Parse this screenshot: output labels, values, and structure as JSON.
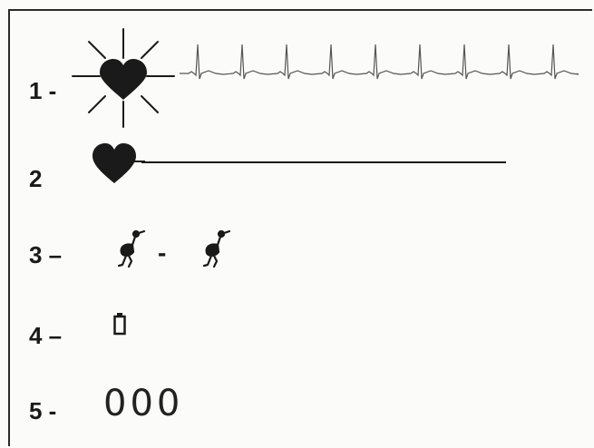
{
  "rows": [
    {
      "label": "1 -",
      "icon": "flashing-heart-icon",
      "trace": "ecg-waveform"
    },
    {
      "label": "2",
      "icon": "heart-icon",
      "trace": "flat-line"
    },
    {
      "label": "3 –",
      "icon": "walking-bird-icon",
      "separator": "-"
    },
    {
      "label": "4 –",
      "icon": "battery-icon"
    },
    {
      "label": "5 -",
      "value": "000"
    }
  ],
  "colors": {
    "ink": "#1a1a1a",
    "background": "#fbfbf9"
  }
}
